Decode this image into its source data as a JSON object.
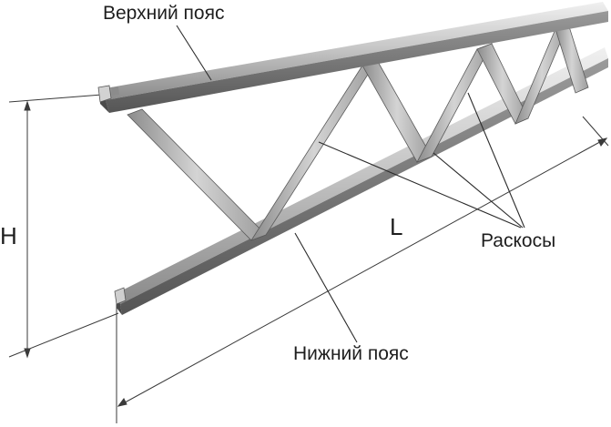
{
  "labels": {
    "top_chord": "Верхний пояс",
    "bottom_chord": "Нижний пояс",
    "diagonals": "Раскосы",
    "height": "H",
    "length": "L"
  },
  "colors": {
    "steel_light": "#d9d9d9",
    "steel_mid": "#a9a9a9",
    "steel_dark": "#5e5e5e",
    "line": "#2b2b2b",
    "text": "#1e1e1e"
  }
}
